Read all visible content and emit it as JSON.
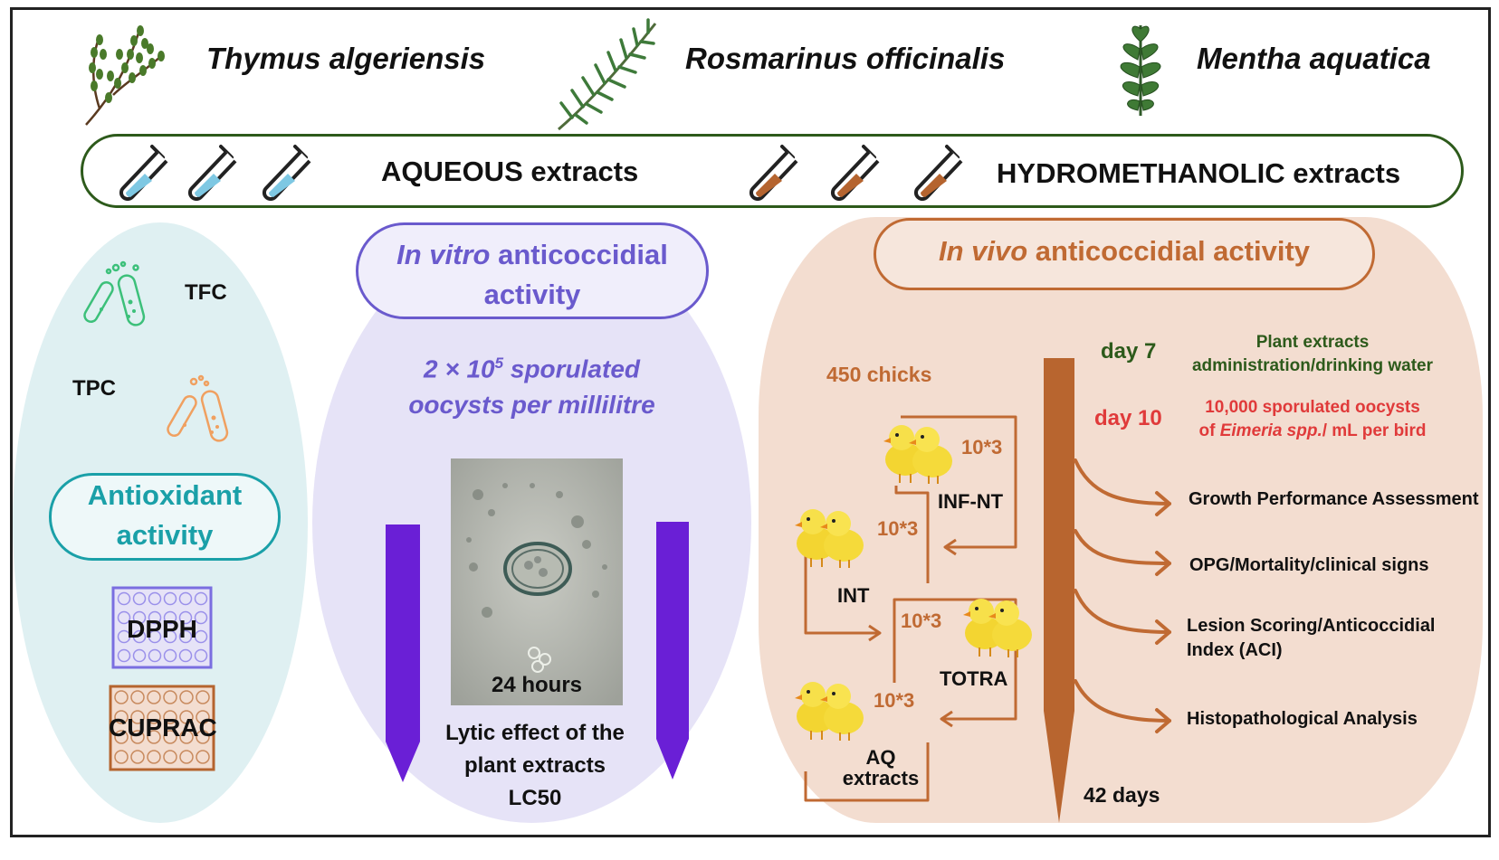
{
  "species": [
    {
      "name": "Thymus algeriensis"
    },
    {
      "name": "Rosmarinus officinalis"
    },
    {
      "name": "Mentha aquatica"
    }
  ],
  "extracts": {
    "aqueous": "AQUEOUS extracts",
    "hydromethanolic": "HYDROMETHANOLIC extracts"
  },
  "antioxidant": {
    "tfc": "TFC",
    "tpc": "TPC",
    "title_line1": "Antioxidant",
    "title_line2": "activity",
    "dpph": "DPPH",
    "cuprac": "CUPRAC"
  },
  "invitro": {
    "title_italic": "In vitro",
    "title_rest": " anticoccidial",
    "title_line2": "activity",
    "conc_line1_prefix": "2 × 10",
    "conc_sup": "5",
    "conc_line1_suffix": " sporulated",
    "conc_line2": "oocysts per millilitre",
    "hours": "24 hours",
    "lytic_line1": "Lytic effect of the",
    "lytic_line2": "plant extracts",
    "lytic_line3": "LC50"
  },
  "invivo": {
    "title_italic": "In vivo",
    "title_rest": " anticoccidial activity",
    "chicks": "450 chicks",
    "day7": "day 7",
    "day7_desc_line1": "Plant extracts",
    "day7_desc_line2": "administration/drinking water",
    "day10": "day 10",
    "day10_desc_line1": "10,000 sporulated oocysts",
    "day10_desc_line2_prefix": "of ",
    "day10_desc_line2_italic": "Eimeria spp.",
    "day10_desc_line2_suffix": "/ mL per bird",
    "days42": "42 days",
    "groups": [
      {
        "label": "INF-NT",
        "count": "10*3"
      },
      {
        "label": "INT",
        "count": "10*3"
      },
      {
        "label": "TOTRA",
        "count": "10*3"
      },
      {
        "label_line1": "AQ",
        "label_line2": "extracts",
        "count": "10*3"
      }
    ],
    "outcomes": [
      {
        "line1": "Growth Performance Assessment"
      },
      {
        "line1": "OPG/Mortality/clinical signs"
      },
      {
        "line1": "Lesion Scoring/Anticoccidial",
        "line2": "Index (ACI)"
      },
      {
        "line1": "Histopathological Analysis"
      }
    ]
  },
  "colors": {
    "aqueous_liquid": "#7ec8e3",
    "hydro_liquid": "#b5642f",
    "antioxidant_panel": "#dff0f2",
    "antioxidant_accent": "#1aa0a8",
    "invitro_panel": "#e6e3f7",
    "invitro_accent": "#6a5acd",
    "invivo_panel": "#f3ddd0",
    "invivo_accent": "#c06a33",
    "green_border": "#2d5a1b",
    "day7": "#2d5a1b",
    "day10": "#e03a3a",
    "timeline": "#b8652f",
    "marker": "#6a1fd6"
  },
  "icons": [
    "thyme-sprig-icon",
    "rosemary-sprig-icon",
    "mint-sprig-icon",
    "test-tube-icon",
    "chick-icon",
    "well-plate-icon",
    "microscope-oocyst-image",
    "curved-arrow-icon"
  ]
}
